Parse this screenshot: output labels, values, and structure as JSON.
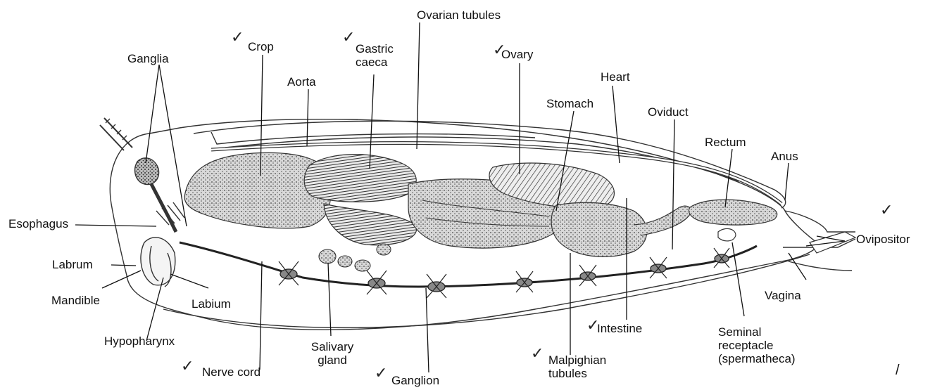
{
  "labels": {
    "ovarian_tubules": "Ovarian tubules",
    "crop": "Crop",
    "gastric_caeca_1": "Gastric",
    "gastric_caeca_2": "caeca",
    "ovary": "Ovary",
    "ganglia": "Ganglia",
    "aorta": "Aorta",
    "heart": "Heart",
    "stomach": "Stomach",
    "oviduct": "Oviduct",
    "rectum": "Rectum",
    "anus": "Anus",
    "esophagus": "Esophagus",
    "ovipositor": "Ovipositor",
    "labrum": "Labrum",
    "mandible": "Mandible",
    "labium": "Labium",
    "vagina": "Vagina",
    "hypopharynx": "Hypopharynx",
    "intestine": "Intestine",
    "seminal_1": "Seminal",
    "seminal_2": "receptacle",
    "seminal_3": "(spermatheca)",
    "salivary_1": "Salivary",
    "salivary_2": "gland",
    "nerve_cord": "Nerve cord",
    "malpighian_1": "Malpighian",
    "malpighian_2": "tubules",
    "ganglion": "Ganglion"
  },
  "checkmark_glyph": "✓",
  "stray_mark": "/"
}
